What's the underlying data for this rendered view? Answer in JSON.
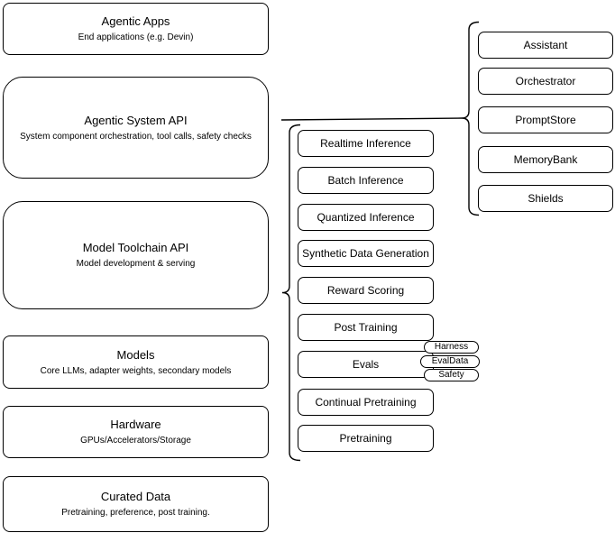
{
  "layers": [
    {
      "title": "Agentic Apps",
      "subtitle": "End applications (e.g. Devin)"
    },
    {
      "title": "Agentic System API",
      "subtitle": "System component orchestration, tool calls, safety checks"
    },
    {
      "title": "Model Toolchain API",
      "subtitle": "Model development & serving"
    },
    {
      "title": "Models",
      "subtitle": "Core LLMs, adapter weights, secondary models"
    },
    {
      "title": "Hardware",
      "subtitle": "GPUs/Accelerators/Storage"
    },
    {
      "title": "Curated Data",
      "subtitle": "Pretraining, preference, post training."
    }
  ],
  "toolchain_services": [
    "Realtime Inference",
    "Batch Inference",
    "Quantized Inference",
    "Synthetic Data Generation",
    "Reward Scoring",
    "Post Training",
    "Evals",
    "Continual Pretraining",
    "Pretraining"
  ],
  "eval_components": [
    "Harness",
    "EvalData",
    "Safety"
  ],
  "system_components": [
    "Assistant",
    "Orchestrator",
    "PromptStore",
    "MemoryBank",
    "Shields"
  ],
  "colors": {
    "stroke": "#000000",
    "fill": "#ffffff",
    "background": "#ffffff",
    "text": "#000000"
  }
}
